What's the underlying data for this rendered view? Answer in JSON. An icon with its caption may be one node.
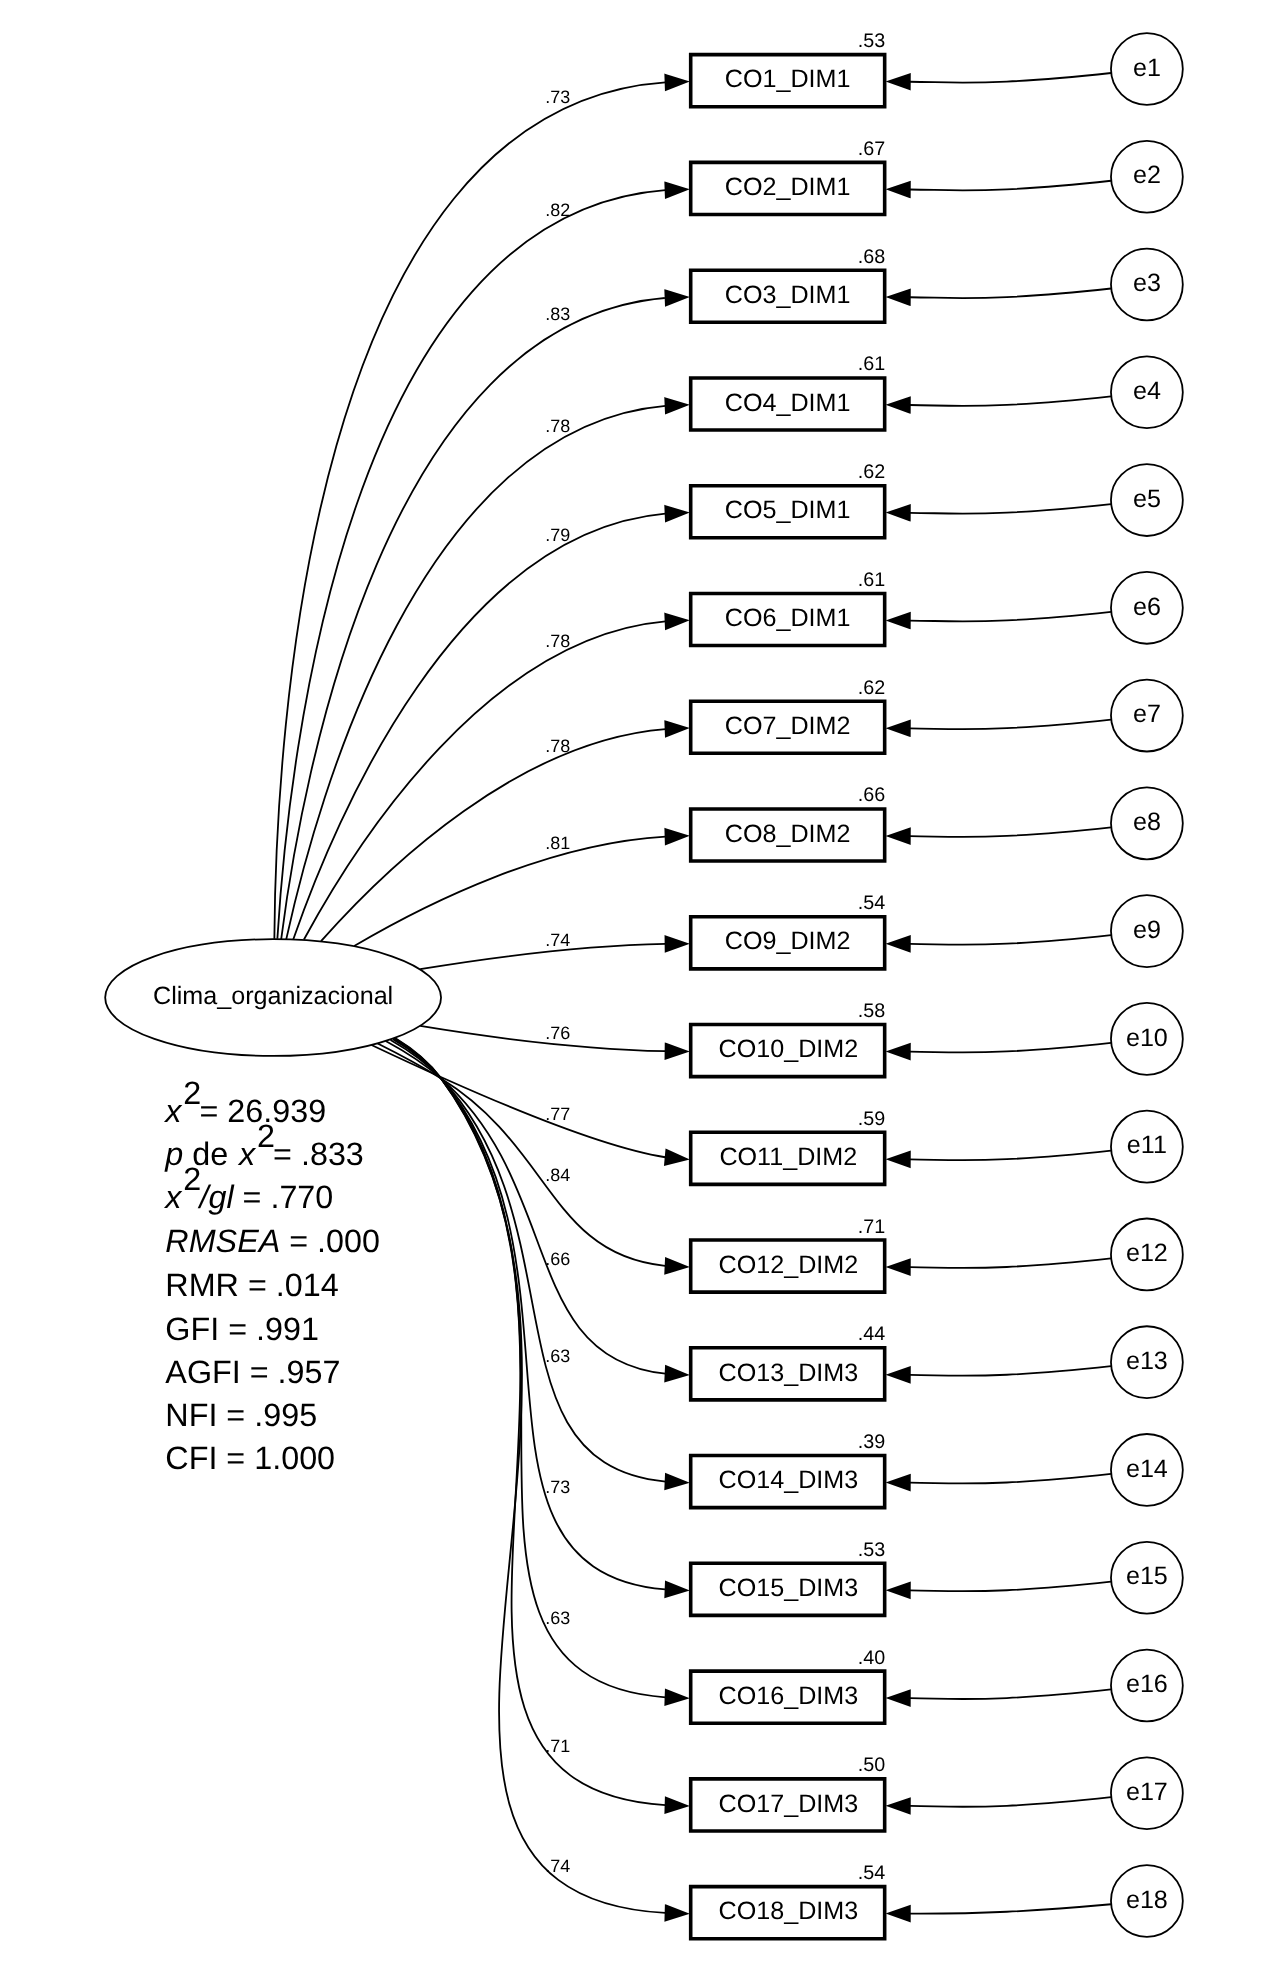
{
  "diagram": {
    "nodes": [
      {
        "text": [
          "Clima_organizacional"
        ]
      },
      {
        "text": [
          "CO1_DIM1"
        ],
        "beside": [
          ".53"
        ]
      },
      {
        "text": [
          "CO2_DIM1"
        ],
        "beside": [
          ".67"
        ]
      },
      {
        "text": [
          "CO3_DIM1"
        ],
        "beside": [
          ".68"
        ]
      },
      {
        "text": [
          "CO4_DIM1"
        ],
        "beside": [
          ".61"
        ]
      },
      {
        "text": [
          "CO5_DIM1"
        ],
        "beside": [
          ".62"
        ]
      },
      {
        "text": [
          "CO6_DIM1"
        ],
        "beside": [
          ".61"
        ]
      },
      {
        "text": [
          "CO7_DIM2"
        ],
        "beside": [
          ".62"
        ]
      },
      {
        "text": [
          "CO8_DIM2"
        ],
        "beside": [
          ".66"
        ]
      },
      {
        "text": [
          "CO9_DIM2"
        ],
        "beside": [
          ".54"
        ]
      },
      {
        "text": [
          "CO10_DIM2"
        ],
        "beside": [
          ".58"
        ]
      },
      {
        "text": [
          "CO11_DIM2"
        ],
        "beside": [
          ".59"
        ]
      },
      {
        "text": [
          "CO12_DIM2"
        ],
        "beside": [
          ".71"
        ]
      },
      {
        "text": [
          "CO13_DIM3"
        ],
        "beside": [
          ".44"
        ]
      },
      {
        "text": [
          "CO14_DIM3"
        ],
        "beside": [
          ".39"
        ]
      },
      {
        "text": [
          "CO15_DIM3"
        ],
        "beside": [
          ".53"
        ]
      },
      {
        "text": [
          "CO16_DIM3"
        ],
        "beside": [
          ".40"
        ]
      },
      {
        "text": [
          "CO17_DIM3"
        ],
        "beside": [
          ".50"
        ]
      },
      {
        "text": [
          "CO18_DIM3"
        ],
        "beside": [
          ".54"
        ]
      },
      {
        "text": [
          "e1"
        ]
      },
      {
        "text": [
          "e2"
        ]
      },
      {
        "text": [
          "e3"
        ]
      },
      {
        "text": [
          "e4"
        ]
      },
      {
        "text": [
          "e5"
        ]
      },
      {
        "text": [
          "e6"
        ]
      },
      {
        "text": [
          "e7"
        ]
      },
      {
        "text": [
          "e8"
        ]
      },
      {
        "text": [
          "e9"
        ]
      },
      {
        "text": [
          "e10"
        ]
      },
      {
        "text": [
          "e11"
        ]
      },
      {
        "text": [
          "e12"
        ]
      },
      {
        "text": [
          "e13"
        ]
      },
      {
        "text": [
          "e14"
        ]
      },
      {
        "text": [
          "e15"
        ]
      },
      {
        "text": [
          "e16"
        ]
      },
      {
        "text": [
          "e17"
        ]
      },
      {
        "text": [
          "e18"
        ]
      }
    ],
    "edges": [
      {
        "from": 0,
        "to": 1,
        "arrow": "to",
        "label": ".73"
      },
      {
        "from": 0,
        "to": 2,
        "arrow": "to",
        "label": ".82"
      },
      {
        "from": 0,
        "to": 3,
        "arrow": "to",
        "label": ".83"
      },
      {
        "from": 0,
        "to": 4,
        "arrow": "to",
        "label": ".78"
      },
      {
        "from": 0,
        "to": 5,
        "arrow": "to",
        "label": ".79"
      },
      {
        "from": 0,
        "to": 6,
        "arrow": "to",
        "label": ".78"
      },
      {
        "from": 0,
        "to": 7,
        "arrow": "to",
        "label": ".78"
      },
      {
        "from": 0,
        "to": 8,
        "arrow": "to",
        "label": ".81"
      },
      {
        "from": 0,
        "to": 9,
        "arrow": "to",
        "label": ".74"
      },
      {
        "from": 0,
        "to": 10,
        "arrow": "to",
        "label": ".76"
      },
      {
        "from": 0,
        "to": 11,
        "arrow": "to",
        "label": ".77"
      },
      {
        "from": 0,
        "to": 12,
        "arrow": "to",
        "label": ".84"
      },
      {
        "from": 0,
        "to": 13,
        "arrow": "to",
        "label": ".66"
      },
      {
        "from": 0,
        "to": 14,
        "arrow": "to",
        "label": ".63"
      },
      {
        "from": 0,
        "to": 15,
        "arrow": "to",
        "label": ".73"
      },
      {
        "from": 0,
        "to": 16,
        "arrow": "to",
        "label": ".63"
      },
      {
        "from": 0,
        "to": 17,
        "arrow": "to",
        "label": ".71"
      },
      {
        "from": 0,
        "to": 18,
        "arrow": "to",
        "label": ".74"
      },
      {
        "from": 19,
        "to": 1,
        "arrow": "to"
      },
      {
        "from": 20,
        "to": 2,
        "arrow": "to"
      },
      {
        "from": 21,
        "to": 3,
        "arrow": "to"
      },
      {
        "from": 22,
        "to": 4,
        "arrow": "to"
      },
      {
        "from": 23,
        "to": 5,
        "arrow": "to"
      },
      {
        "from": 24,
        "to": 6,
        "arrow": "to"
      },
      {
        "from": 25,
        "to": 7,
        "arrow": "to"
      },
      {
        "from": 26,
        "to": 8,
        "arrow": "to"
      },
      {
        "from": 27,
        "to": 9,
        "arrow": "to"
      },
      {
        "from": 28,
        "to": 10,
        "arrow": "to"
      },
      {
        "from": 29,
        "to": 11,
        "arrow": "to"
      },
      {
        "from": 30,
        "to": 12,
        "arrow": "to"
      },
      {
        "from": 31,
        "to": 13,
        "arrow": "to"
      },
      {
        "from": 32,
        "to": 14,
        "arrow": "to"
      },
      {
        "from": 33,
        "to": 15,
        "arrow": "to"
      },
      {
        "from": 34,
        "to": 16,
        "arrow": "to"
      },
      {
        "from": 35,
        "to": 17,
        "arrow": "to"
      },
      {
        "from": 36,
        "to": 18,
        "arrow": "to"
      }
    ],
    "labels": [
      "*x*$^{2}$= 26.939",
      "*p* de *x*$^{2}$= .833",
      "*x*$^{2}$*/gl* = .770",
      "*RMSEA* = .000",
      "RMR = .014",
      "GFI = .991",
      "AGFI = .957",
      "NFI = .995",
      "CFI = 1.000"
    ]
  }
}
